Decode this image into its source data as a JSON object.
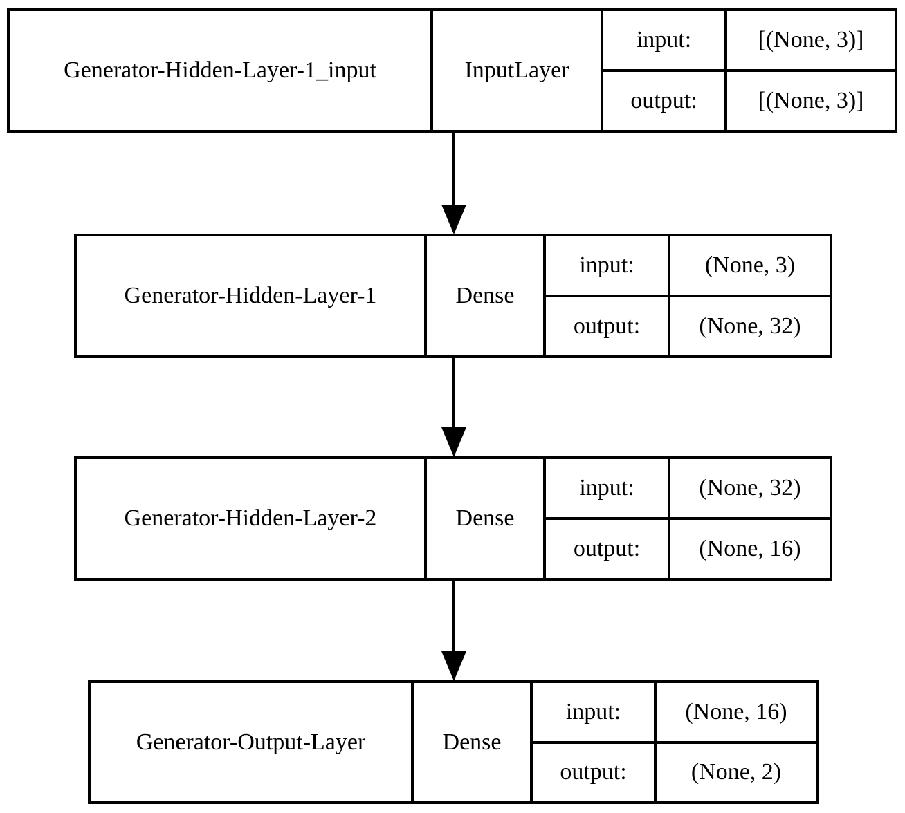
{
  "diagram": {
    "type": "keras-model-plot",
    "colors": {
      "background": "#ffffff",
      "border": "#000000",
      "text": "#000000",
      "node_fill": "#ffffff"
    },
    "nodes": [
      {
        "name": "Generator-Hidden-Layer-1_input",
        "layer_type": "InputLayer",
        "input_label": "input:",
        "input_shape": "[(None, 3)]",
        "output_label": "output:",
        "output_shape": "[(None, 3)]"
      },
      {
        "name": "Generator-Hidden-Layer-1",
        "layer_type": "Dense",
        "input_label": "input:",
        "input_shape": "(None, 3)",
        "output_label": "output:",
        "output_shape": "(None, 32)"
      },
      {
        "name": "Generator-Hidden-Layer-2",
        "layer_type": "Dense",
        "input_label": "input:",
        "input_shape": "(None, 32)",
        "output_label": "output:",
        "output_shape": "(None, 16)"
      },
      {
        "name": "Generator-Output-Layer",
        "layer_type": "Dense",
        "input_label": "input:",
        "input_shape": "(None, 16)",
        "output_label": "output:",
        "output_shape": "(None, 2)"
      }
    ],
    "edges": [
      {
        "from": "Generator-Hidden-Layer-1_input",
        "to": "Generator-Hidden-Layer-1"
      },
      {
        "from": "Generator-Hidden-Layer-1",
        "to": "Generator-Hidden-Layer-2"
      },
      {
        "from": "Generator-Hidden-Layer-2",
        "to": "Generator-Output-Layer"
      }
    ]
  }
}
